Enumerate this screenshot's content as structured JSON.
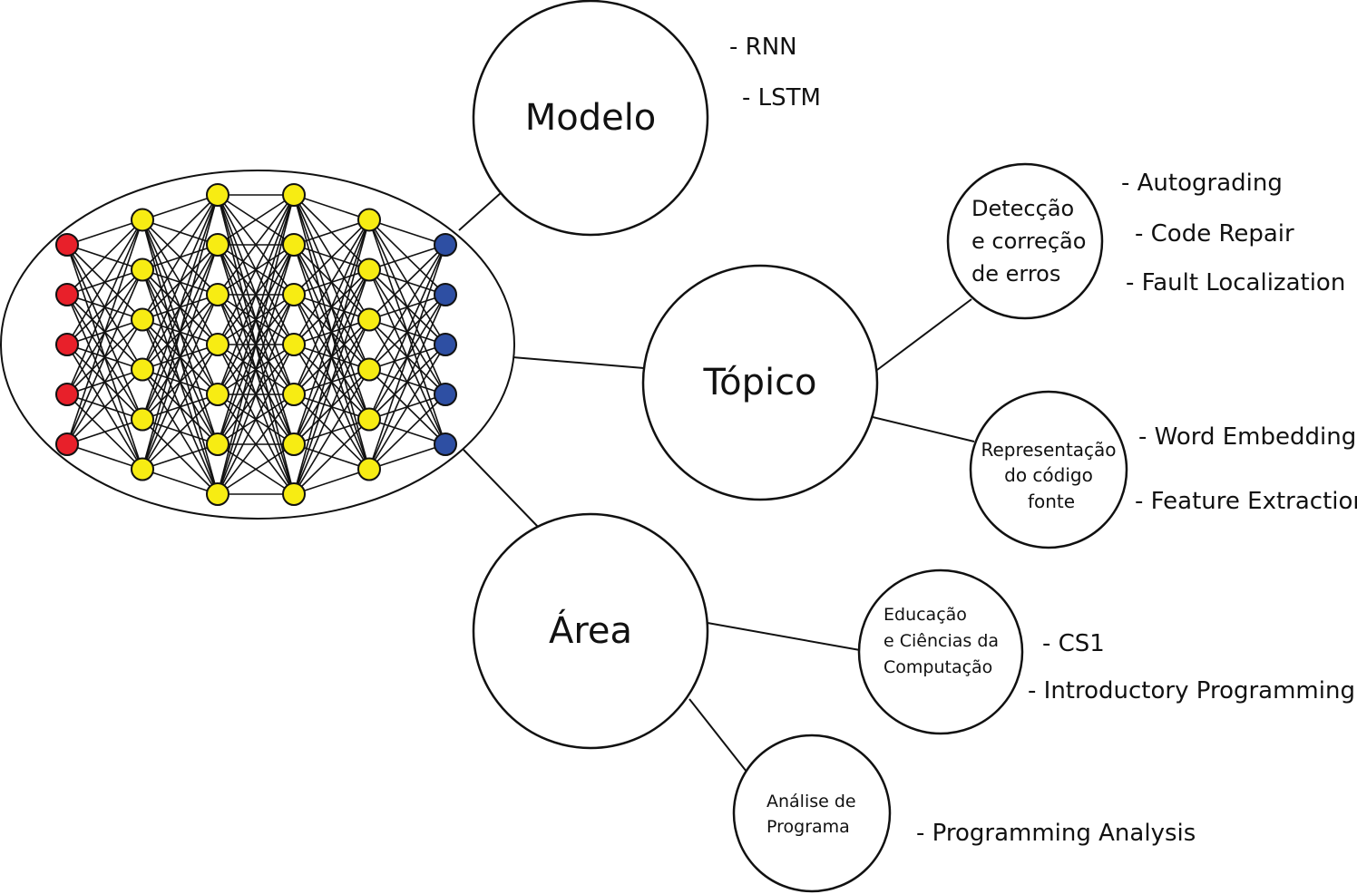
{
  "colors": {
    "input_node": "#e8202a",
    "hidden_node": "#f7ec13",
    "output_node": "#2e4fa3",
    "stroke": "#111111"
  },
  "network": {
    "name": "neural-network-illustration",
    "layers": [
      {
        "role": "input",
        "nodes": 5
      },
      {
        "role": "hidden",
        "nodes": 6
      },
      {
        "role": "hidden",
        "nodes": 7
      },
      {
        "role": "hidden",
        "nodes": 7
      },
      {
        "role": "hidden",
        "nodes": 6
      },
      {
        "role": "output",
        "nodes": 5
      }
    ]
  },
  "nodes": {
    "modelo": {
      "label": "Modelo",
      "items": [
        "- RNN",
        "- LSTM"
      ]
    },
    "topico": {
      "label": "Tópico"
    },
    "area": {
      "label": "Área"
    },
    "deteccao": {
      "lines": [
        "Detecção",
        "e correção",
        "de erros"
      ],
      "items": [
        "- Autograding",
        "- Code Repair",
        "- Fault Localization"
      ]
    },
    "representacao": {
      "lines": [
        "Representação",
        "do código",
        "fonte"
      ],
      "items": [
        "- Word Embedding",
        "- Feature Extraction"
      ]
    },
    "educacao": {
      "lines": [
        "Educação",
        "e Ciências da",
        "Computação"
      ],
      "items": [
        "- CS1",
        "- Introductory Programming"
      ]
    },
    "analise": {
      "lines": [
        "Análise de",
        "Programa"
      ],
      "items": [
        "- Programming Analysis"
      ]
    }
  }
}
